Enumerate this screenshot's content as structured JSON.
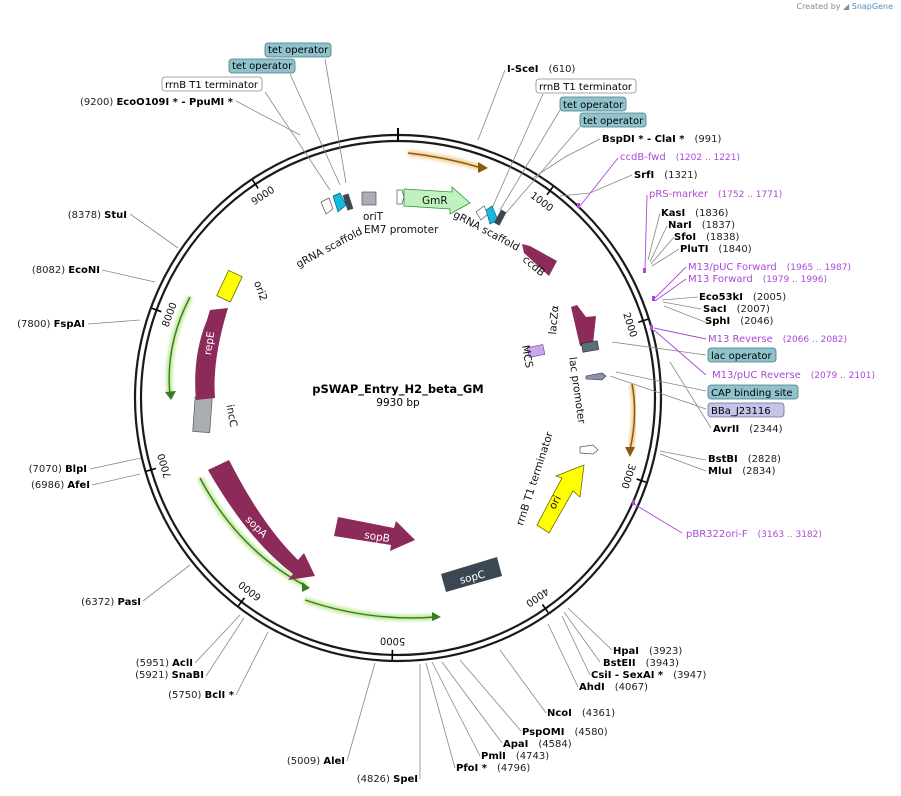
{
  "header": {
    "credit_prefix": "Created by",
    "credit_brand": "SnapGene"
  },
  "plasmid": {
    "name": "pSWAP_Entry_H2_beta_GM",
    "length_label": "9930 bp"
  },
  "ticks": [
    "1000",
    "2000",
    "3000",
    "4000",
    "5000",
    "6000",
    "7000",
    "8000",
    "9000"
  ],
  "sites_left": [
    {
      "pos": "(9200)",
      "name": "EcoO109I *  -  PpuMI *"
    },
    {
      "pos": "(8378)",
      "name": "StuI"
    },
    {
      "pos": "(8082)",
      "name": "EcoNI"
    },
    {
      "pos": "(7800)",
      "name": "FspAI"
    },
    {
      "pos": "(7070)",
      "name": "BlpI"
    },
    {
      "pos": "(6986)",
      "name": "AfeI"
    },
    {
      "pos": "(6372)",
      "name": "PasI"
    },
    {
      "pos": "(5951)",
      "name": "AclI"
    },
    {
      "pos": "(5921)",
      "name": "SnaBI"
    },
    {
      "pos": "(5750)",
      "name": "BclI *"
    },
    {
      "pos": "(5009)",
      "name": "AleI"
    },
    {
      "pos": "(4826)",
      "name": "SpeI"
    }
  ],
  "sites_right": [
    {
      "name": "I-SceI",
      "pos": "(610)"
    },
    {
      "name": "BspDI *  -  ClaI *",
      "pos": "(991)"
    },
    {
      "name": "SrfI",
      "pos": "(1321)"
    },
    {
      "name": "KasI",
      "pos": "(1836)"
    },
    {
      "name": "NarI",
      "pos": "(1837)"
    },
    {
      "name": "SfoI",
      "pos": "(1838)"
    },
    {
      "name": "PluTI",
      "pos": "(1840)"
    },
    {
      "name": "Eco53kI",
      "pos": "(2005)"
    },
    {
      "name": "SacI",
      "pos": "(2007)"
    },
    {
      "name": "SphI",
      "pos": "(2046)"
    },
    {
      "name": "AvrII",
      "pos": "(2344)"
    },
    {
      "name": "BstBI",
      "pos": "(2828)"
    },
    {
      "name": "MluI",
      "pos": "(2834)"
    },
    {
      "name": "HpaI",
      "pos": "(3923)"
    },
    {
      "name": "BstEII",
      "pos": "(3943)"
    },
    {
      "name": "CsiI  -  SexAI *",
      "pos": "(3947)"
    },
    {
      "name": "AhdI",
      "pos": "(4067)"
    },
    {
      "name": "NcoI",
      "pos": "(4361)"
    },
    {
      "name": "PspOMI",
      "pos": "(4580)"
    },
    {
      "name": "ApaI",
      "pos": "(4584)"
    },
    {
      "name": "PmlI",
      "pos": "(4743)"
    },
    {
      "name": "PfoI *",
      "pos": "(4796)"
    }
  ],
  "primers": [
    {
      "name": "ccdB-fwd",
      "range": "(1202 .. 1221)"
    },
    {
      "name": "pRS-marker",
      "range": "(1752 .. 1771)"
    },
    {
      "name": "M13/pUC Forward",
      "range": "(1965 .. 1987)"
    },
    {
      "name": "M13 Forward",
      "range": "(1979 .. 1996)"
    },
    {
      "name": "M13 Reverse",
      "range": "(2066 .. 2082)"
    },
    {
      "name": "M13/pUC Reverse",
      "range": "(2079 .. 2101)"
    },
    {
      "name": "pBR322ori-F",
      "range": "(3163 .. 3182)"
    }
  ],
  "boxed_labels": {
    "tet_operator_1": "tet operator",
    "tet_operator_2": "tet operator",
    "rrnb_t1_left": "rrnB T1 terminator",
    "rrnb_t1_right": "rrnB T1 terminator",
    "tet_operator_3": "tet operator",
    "tet_operator_4": "tet operator",
    "lac_operator": "lac operator",
    "cap_binding_site": "CAP binding site",
    "bba_j23116": "BBa_J23116"
  },
  "features": {
    "gmr": "GmR",
    "ccdb": "ccdB",
    "grna_scaffold_left": "gRNA scaffold",
    "grna_scaffold_right": "gRNA scaffold",
    "orit": "oriT",
    "em7_promoter": "EM7 promoter",
    "ori2": "ori2",
    "repe": "repE",
    "incc": "incC",
    "sopa": "sopA",
    "sopb": "sopB",
    "sopc": "sopC",
    "lacz_alpha": "lacZα",
    "mcs": "MCS",
    "lac_promoter": "lac promoter",
    "rrnb_t1_inner": "rrnB T1 terminator",
    "ori": "ori"
  },
  "colors": {
    "backbone": "#1a1a1a",
    "feature_purple": "#8c2a5a",
    "gmr_green": "#bff2bf",
    "ori_yellow": "#ffff00",
    "sopc_dark": "#3b4752",
    "incc_gray": "#a8aeb4",
    "operator_blue": "#8ec3cc",
    "cyan_scaffold": "#14b8e0",
    "orf_orange": "#d7902a",
    "orf_green": "#8ed24a",
    "primer_purple": "#a94ad6",
    "bba_lavender": "#c4c4e8"
  }
}
